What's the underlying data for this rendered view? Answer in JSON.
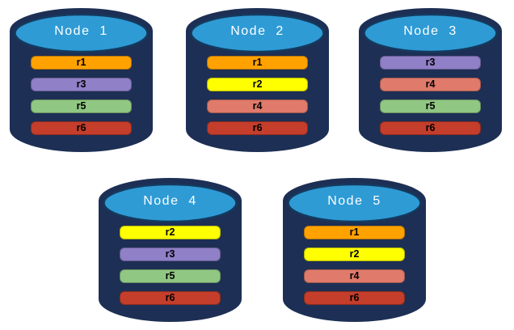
{
  "diagram": {
    "background_color": "#ffffff",
    "cylinder": {
      "body_color": "#1d2f54",
      "top_color": "#2e9bd5",
      "top_outline_color": "#143a5e",
      "title_color": "#ffffff",
      "bar_text_color": "#000000"
    },
    "nodes": [
      {
        "name": "Node  1",
        "bars": [
          {
            "label": "r1",
            "color": "#ffa200"
          },
          {
            "label": "r3",
            "color": "#8f80c8"
          },
          {
            "label": "r5",
            "color": "#90c783"
          },
          {
            "label": "r6",
            "color": "#c43e2b"
          }
        ]
      },
      {
        "name": "Node  2",
        "bars": [
          {
            "label": "r1",
            "color": "#ffa200"
          },
          {
            "label": "r2",
            "color": "#ffff00"
          },
          {
            "label": "r4",
            "color": "#e07a6b"
          },
          {
            "label": "r6",
            "color": "#c43e2b"
          }
        ]
      },
      {
        "name": "Node  3",
        "bars": [
          {
            "label": "r3",
            "color": "#8f80c8"
          },
          {
            "label": "r4",
            "color": "#e07a6b"
          },
          {
            "label": "r5",
            "color": "#90c783"
          },
          {
            "label": "r6",
            "color": "#c43e2b"
          }
        ]
      },
      {
        "name": "Node  4",
        "bars": [
          {
            "label": "r2",
            "color": "#ffff00"
          },
          {
            "label": "r3",
            "color": "#8f80c8"
          },
          {
            "label": "r5",
            "color": "#90c783"
          },
          {
            "label": "r6",
            "color": "#c43e2b"
          }
        ]
      },
      {
        "name": "Node  5",
        "bars": [
          {
            "label": "r1",
            "color": "#ffa200"
          },
          {
            "label": "r2",
            "color": "#ffff00"
          },
          {
            "label": "r4",
            "color": "#e07a6b"
          },
          {
            "label": "r6",
            "color": "#c43e2b"
          }
        ]
      }
    ]
  }
}
